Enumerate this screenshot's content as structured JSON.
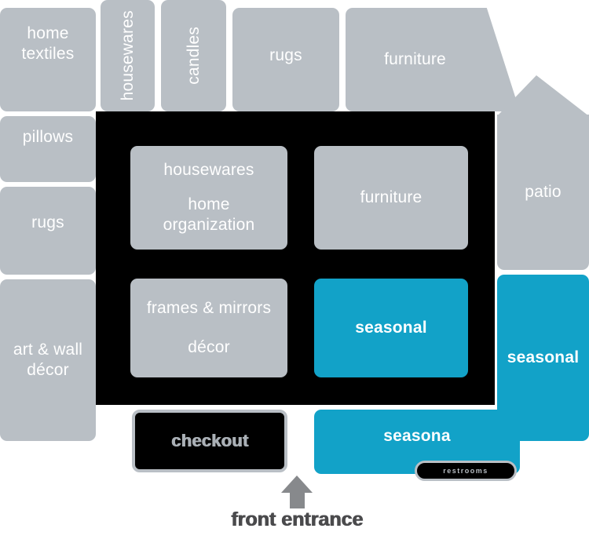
{
  "title": "store floor plan",
  "colors": {
    "block_gray": "#b9bfc5",
    "accent_blue": "#12a2c8",
    "interior_black": "#000000",
    "text_white": "#ffffff",
    "checkout_text": "#aab0b6",
    "entrance_text": "#4a4a4c",
    "entrance_arrow": "#87898c"
  },
  "top_row": {
    "home_textiles": "home textiles",
    "housewares": "housewares",
    "candles": "candles",
    "rugs": "rugs",
    "furniture": "furniture"
  },
  "left_column": {
    "pillows": "pillows",
    "rugs": "rugs",
    "art_wall_decor": "art & wall décor"
  },
  "interior": {
    "housewares": "housewares",
    "home_organization": "home organization",
    "furniture": "furniture",
    "frames_mirrors": "frames & mirrors",
    "decor": "décor",
    "seasonal": "seasonal"
  },
  "right_column": {
    "patio": "patio",
    "seasonal": "seasonal"
  },
  "bottom": {
    "checkout": "checkout",
    "seasonal": "seasona",
    "restrooms": "restrooms"
  },
  "entrance": {
    "label": "front entrance"
  }
}
